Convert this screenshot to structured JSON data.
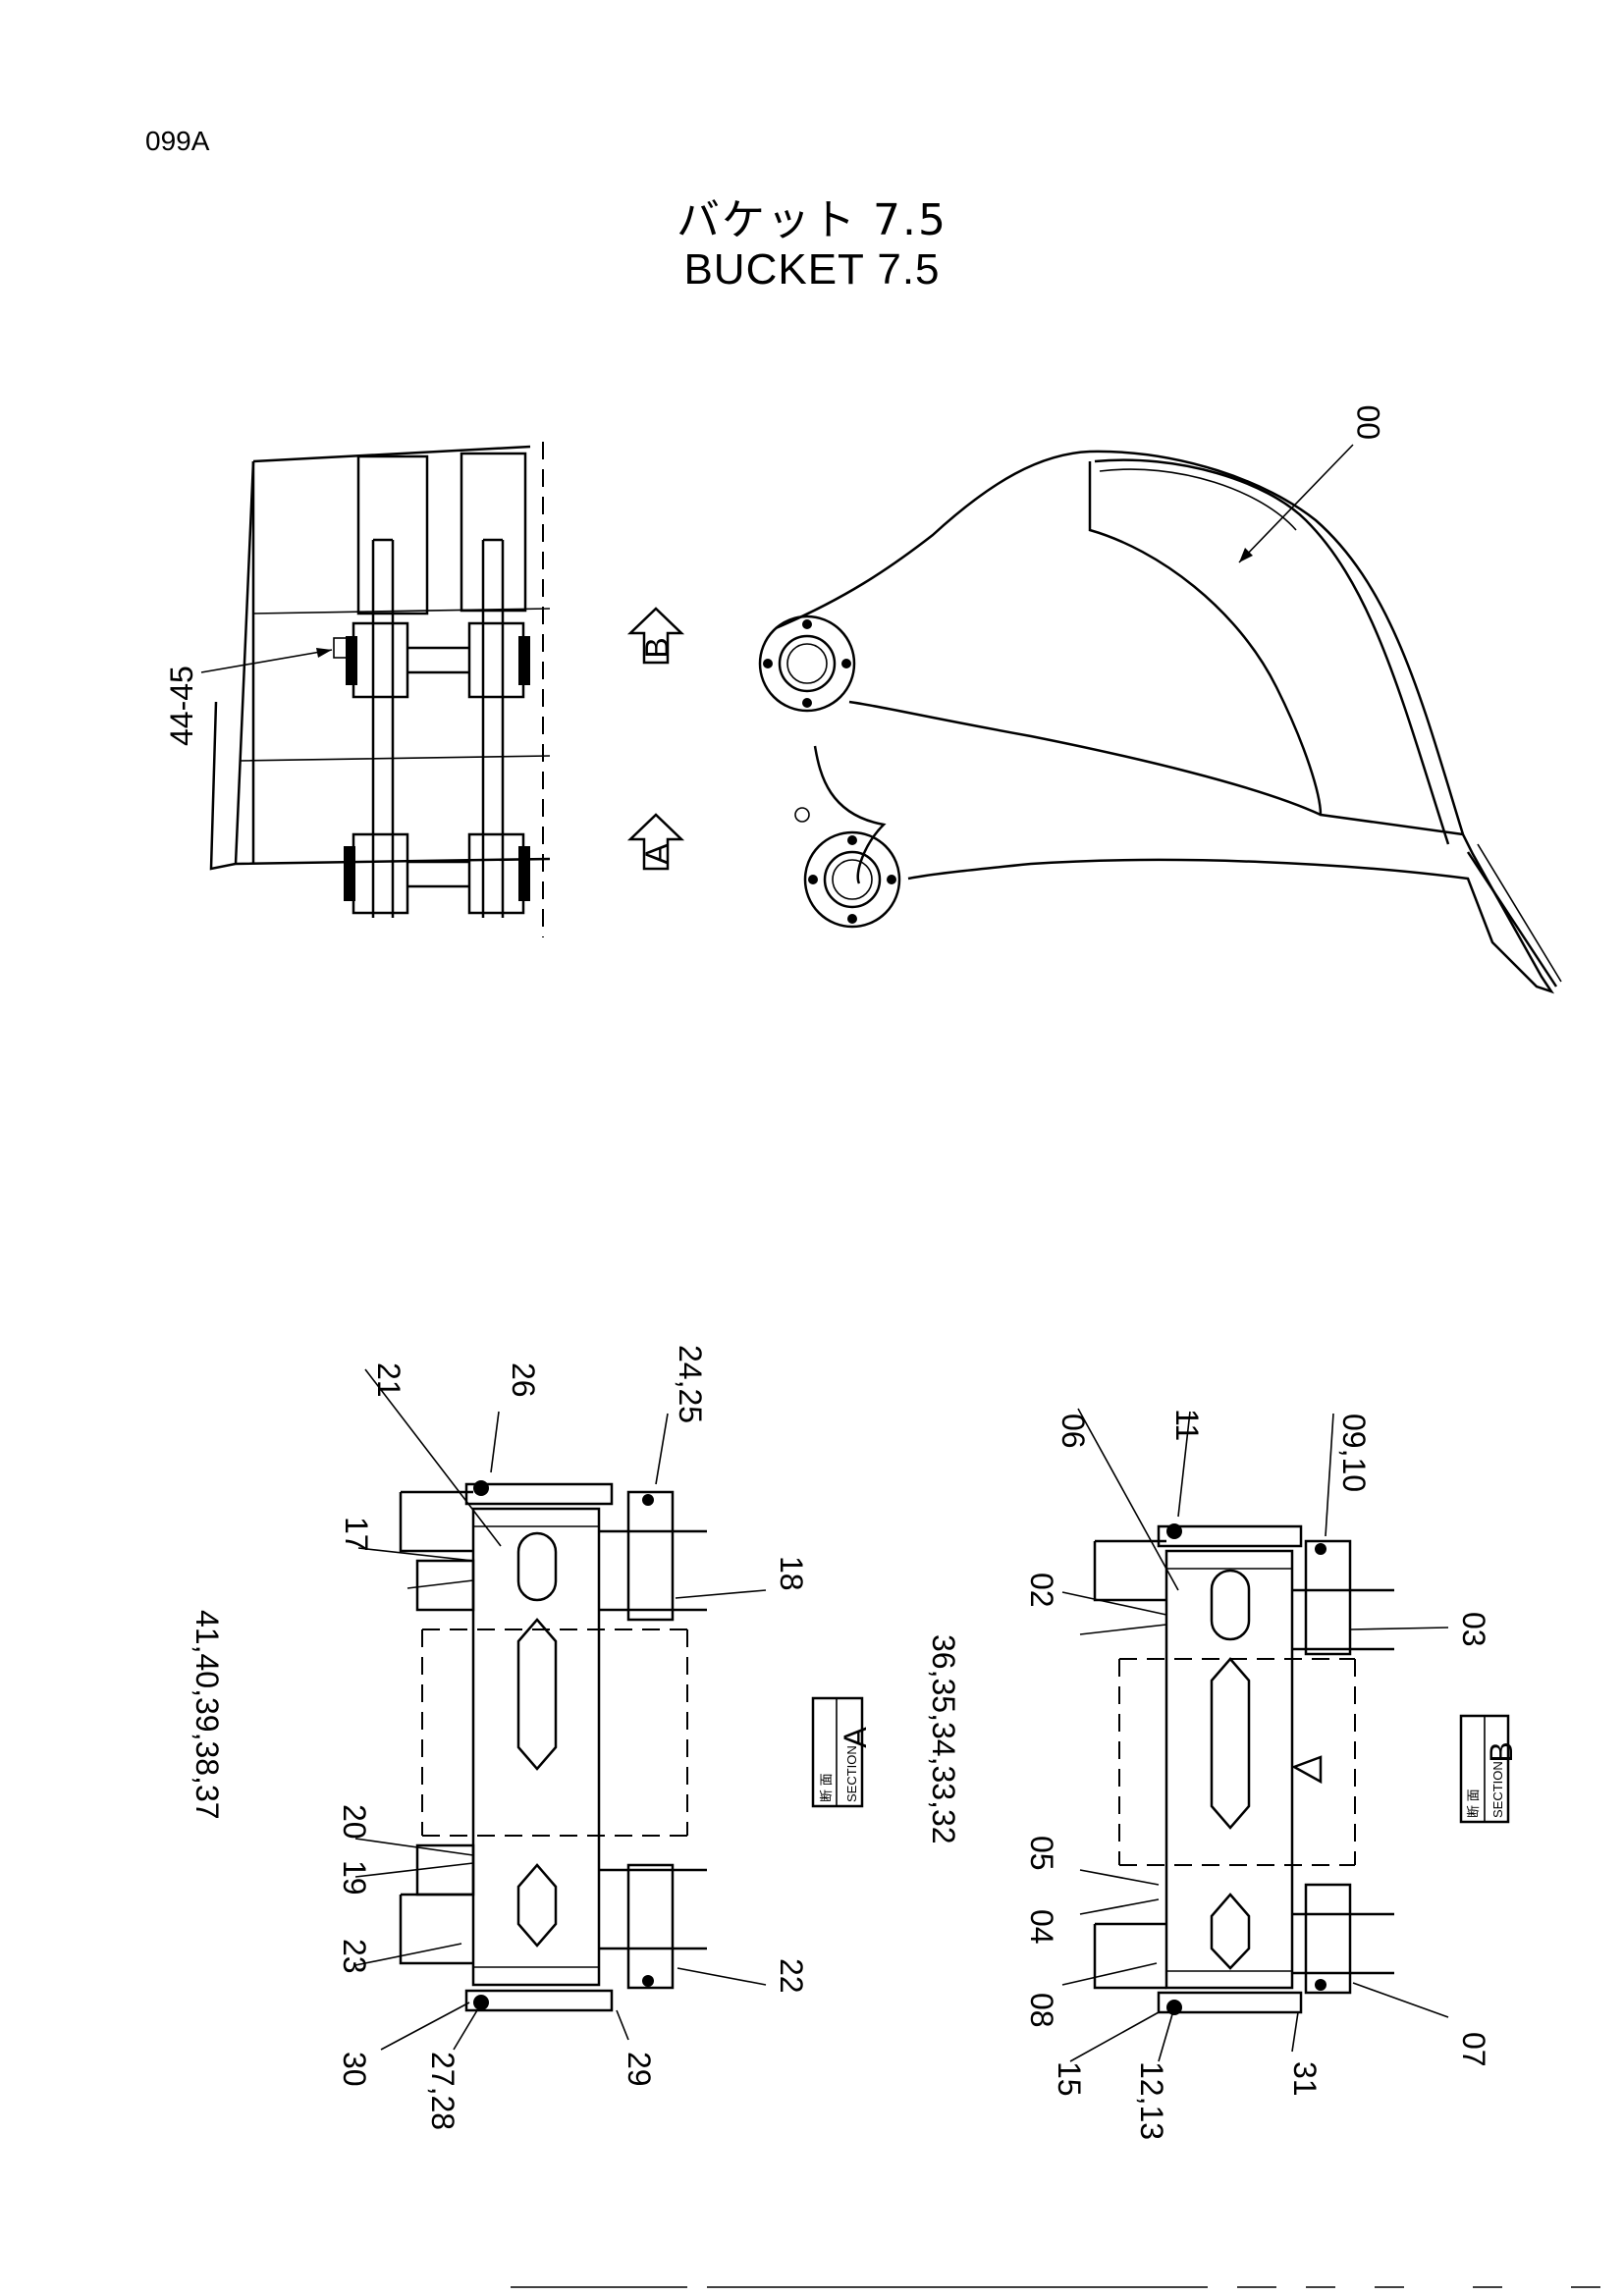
{
  "page_code": "099A",
  "title_jp": "バケット 7.5",
  "title_en": "BUCKET   7.5",
  "view_markers": {
    "a": "A",
    "b": "B"
  },
  "sections": {
    "a": {
      "word_jp": "断 面",
      "word_en": "SECTION",
      "letter": "A"
    },
    "b": {
      "word_jp": "断 面",
      "word_en": "SECTION",
      "letter": "B"
    }
  },
  "part_labels": {
    "p00": "00",
    "p4445": "44-45",
    "p21": "21",
    "p26": "26",
    "p2425": "24,25",
    "p17": "17",
    "p18": "18",
    "p4137": "41,40,39,38,37",
    "p20": "20",
    "p19": "19",
    "p23": "23",
    "p22": "22",
    "p30": "30",
    "p2728": "27,28",
    "p29": "29",
    "p06": "06",
    "p11": "11",
    "p0910": "09,10",
    "p02": "02",
    "p03": "03",
    "p3632": "36,35,34,33,32",
    "p05": "05",
    "p04": "04",
    "p08": "08",
    "p07": "07",
    "p15": "15",
    "p1213": "12,13",
    "p31": "31"
  }
}
